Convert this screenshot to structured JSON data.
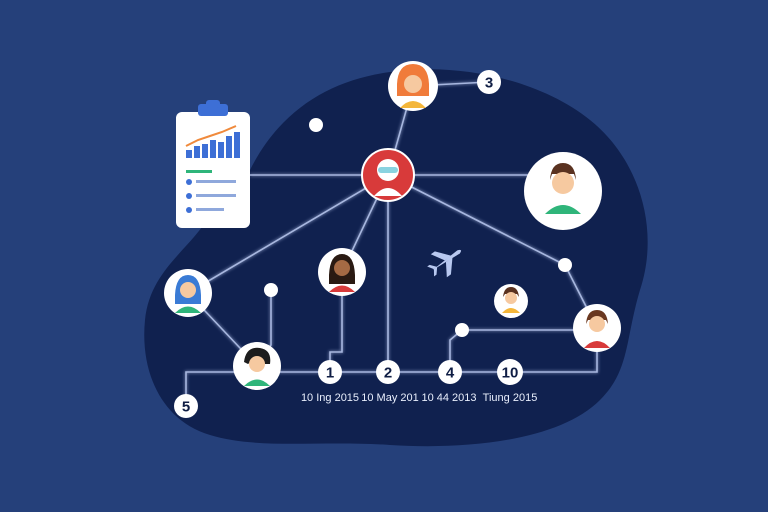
{
  "colors": {
    "background": "#25407a",
    "blob": "#10214f",
    "line": "#b8c8f0",
    "chart_bar": "#3d6fd6",
    "chart_line": "#f08a3c",
    "accent_red": "#d83a3a"
  },
  "steps": [
    {
      "id": "step-1",
      "label": "1"
    },
    {
      "id": "step-2",
      "label": "2"
    },
    {
      "id": "step-3",
      "label": "3"
    },
    {
      "id": "step-4",
      "label": "4"
    },
    {
      "id": "step-5",
      "label": "5"
    },
    {
      "id": "step-10",
      "label": "10"
    }
  ],
  "dates": [
    {
      "id": "date-1",
      "text": "10 Ing 2015"
    },
    {
      "id": "date-2",
      "text": "10 May 201"
    },
    {
      "id": "date-3",
      "text": "10 44 2013"
    },
    {
      "id": "date-4",
      "text": "Tiung 2015"
    }
  ],
  "icons": {
    "clipboard": "clipboard-report-icon",
    "plane": "airplane-icon"
  }
}
